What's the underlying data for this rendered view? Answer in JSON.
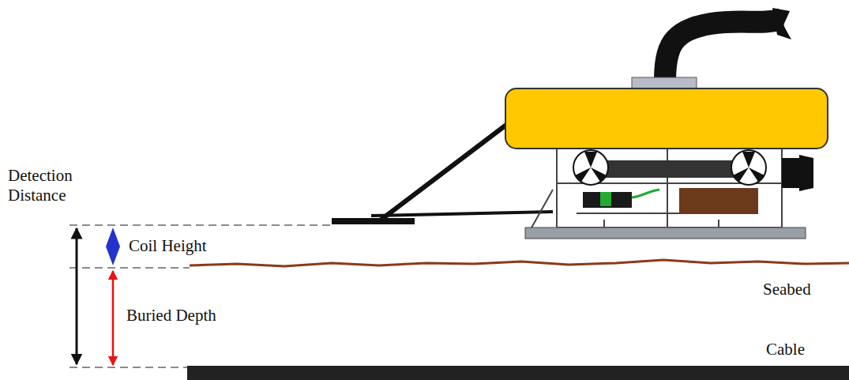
{
  "diagram": {
    "labels": [
      "Detection Distance",
      "Coil Height",
      "Buried Depth",
      "Seabed",
      "Cable"
    ]
  }
}
